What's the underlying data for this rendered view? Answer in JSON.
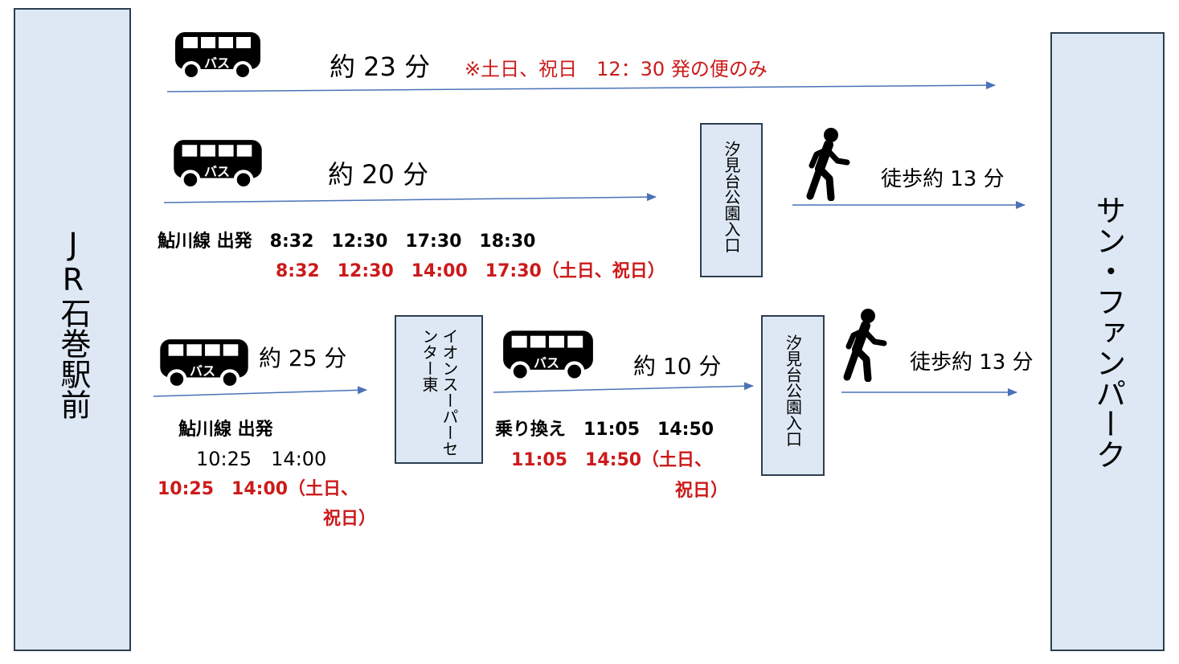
{
  "origin": "JR石巻駅前",
  "destination": "サン・ファンパーク",
  "route1": {
    "bus_label": "バス",
    "duration": "約 23 分",
    "note": "※土日、祝日　12：30 発の便のみ"
  },
  "route2": {
    "bus_label": "バス",
    "duration": "約 20 分",
    "stop": "汐見台公園入口",
    "walk": "徒歩約 13 分",
    "weekday": "鮎川線 出発　8:32　12:30　17:30　18:30",
    "holiday": "8:32　12:30　14:00　17:30（土日、祝日）"
  },
  "route3": {
    "bus1_label": "バス",
    "duration1": "約 25 分",
    "transfer_stop": "イオンスーパーセンター東",
    "line_label": "鮎川線 出発",
    "weekday": "10:25　14:00",
    "holiday_line1": "10:25　14:00（土日、",
    "holiday_line2": "祝日）",
    "bus2_label": "バス",
    "duration2": "約 10 分",
    "transfer_weekday": "乗り換え　11:05　14:50",
    "transfer_holiday_line1": "11:05　14:50（土日、",
    "transfer_holiday_line2": "祝日）",
    "stop": "汐見台公園入口",
    "walk": "徒歩約 13 分"
  },
  "colors": {
    "box_fill": "#dde8f4",
    "box_border": "#2c3e50",
    "arrow": "#4a72b8",
    "holiday_text": "#cc1a1a"
  }
}
